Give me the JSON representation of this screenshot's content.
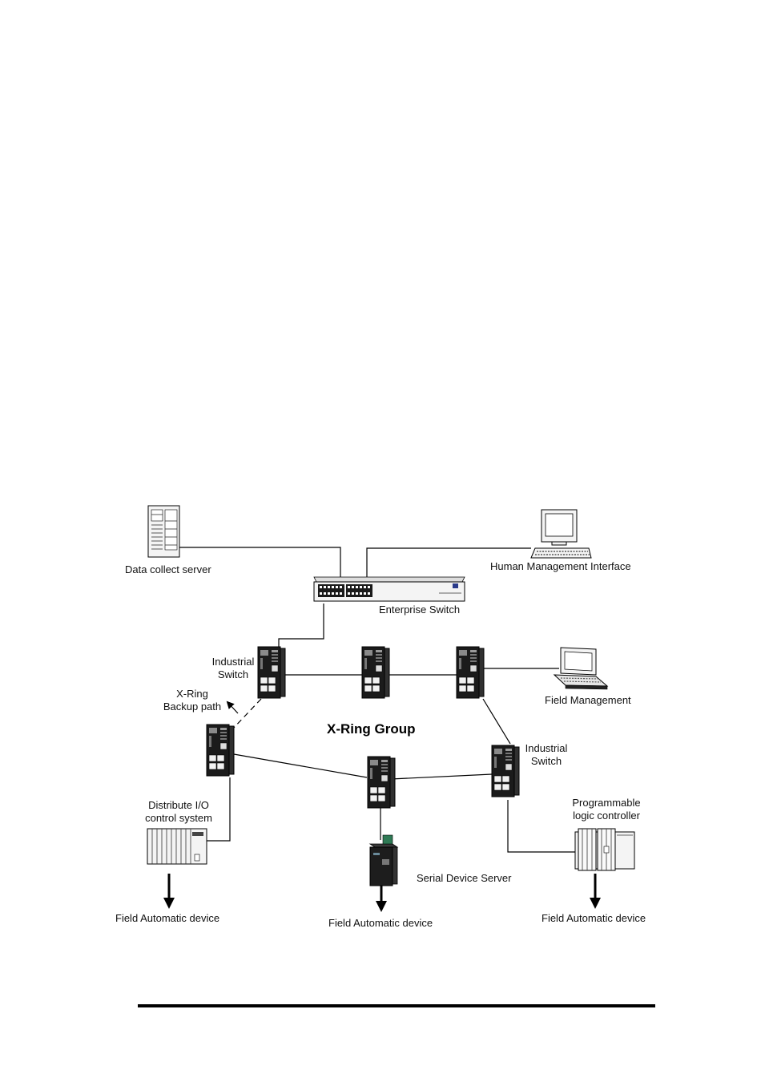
{
  "labels": {
    "data_collect_server": "Data collect server",
    "human_management_interface": "Human Management Interface",
    "enterprise_switch": "Enterprise Switch",
    "industrial_switch_left_1": "Industrial",
    "industrial_switch_left_2": "Switch",
    "industrial_switch_right_1": "Industrial",
    "industrial_switch_right_2": "Switch",
    "xring_backup_1": "X-Ring",
    "xring_backup_2": "Backup path",
    "xring_group": "X-Ring Group",
    "field_management": "Field Management",
    "distribute_io_1": "Distribute I/O",
    "distribute_io_2": "control system",
    "plc_1": "Programmable",
    "plc_2": "logic controller",
    "serial_device_server": "Serial Device Server",
    "field_device_left": "Field Automatic device",
    "field_device_center": "Field Automatic device",
    "field_device_right": "Field Automatic device"
  },
  "icons": {
    "server": "server-icon",
    "desktop": "desktop-computer-icon",
    "laptop": "laptop-icon",
    "enterprise_switch": "rack-switch-icon",
    "industrial_switch": "industrial-switch-icon",
    "io_system": "io-rack-icon",
    "plc": "plc-icon",
    "serial_server": "serial-device-server-icon",
    "arrow": "arrow-down-icon"
  }
}
